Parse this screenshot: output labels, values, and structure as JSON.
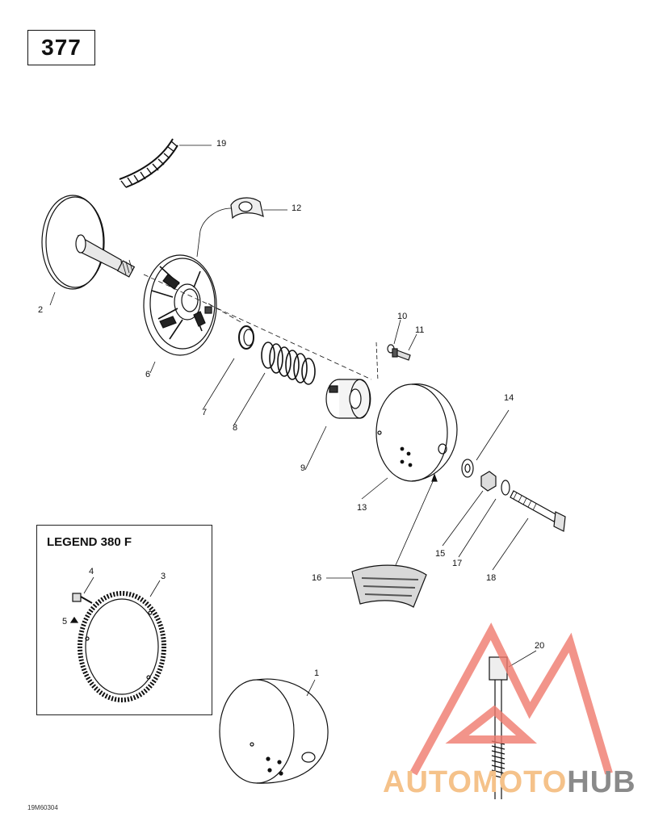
{
  "page_number": "377",
  "legend": {
    "title": "LEGEND 380 F"
  },
  "drawing_code": "19M60304",
  "watermark": {
    "part1": "AUTOMOTO",
    "part2": "HUB",
    "triangle_color": "#f07a6e",
    "text_color_1": "#f5c28a",
    "text_color_2": "#8a8a8a"
  },
  "callouts": [
    {
      "id": "c1",
      "label": "1"
    },
    {
      "id": "c2",
      "label": "2"
    },
    {
      "id": "c3",
      "label": "3"
    },
    {
      "id": "c4",
      "label": "4"
    },
    {
      "id": "c5",
      "label": "5"
    },
    {
      "id": "c6",
      "label": "6"
    },
    {
      "id": "c7",
      "label": "7"
    },
    {
      "id": "c8",
      "label": "8"
    },
    {
      "id": "c9",
      "label": "9"
    },
    {
      "id": "c10",
      "label": "10"
    },
    {
      "id": "c11",
      "label": "11"
    },
    {
      "id": "c12",
      "label": "12"
    },
    {
      "id": "c13",
      "label": "13"
    },
    {
      "id": "c14",
      "label": "14"
    },
    {
      "id": "c15",
      "label": "15"
    },
    {
      "id": "c16",
      "label": "16"
    },
    {
      "id": "c17",
      "label": "17"
    },
    {
      "id": "c18",
      "label": "18"
    },
    {
      "id": "c19",
      "label": "19"
    },
    {
      "id": "c20",
      "label": "20"
    }
  ]
}
